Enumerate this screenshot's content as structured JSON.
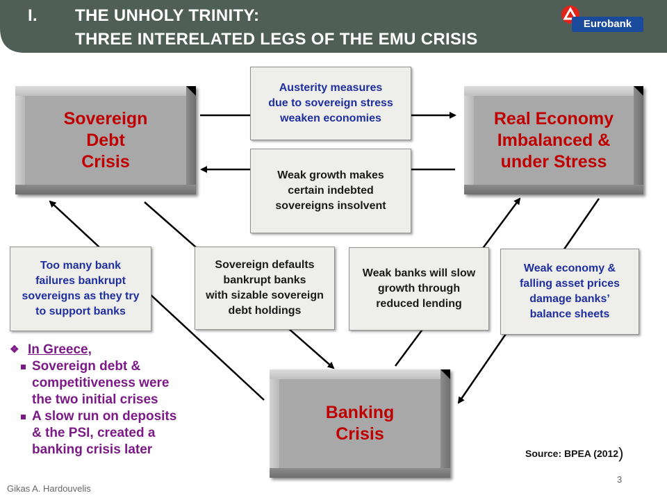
{
  "header": {
    "number": "I.",
    "title_line1": "THE  UNHOLY TRINITY:",
    "title_line2": "THREE INTERELATED LEGS OF THE EMU CRISIS",
    "logo_text": "Eurobank"
  },
  "boxes": {
    "sovereign": [
      "Sovereign",
      "Debt",
      "Crisis"
    ],
    "real_economy": [
      "Real Economy",
      "Imbalanced &",
      "under Stress"
    ],
    "banking": [
      "Banking",
      "Crisis"
    ]
  },
  "notes": {
    "austerity": [
      "Austerity measures",
      "due to sovereign stress",
      "weaken economies"
    ],
    "weak_growth": [
      "Weak growth makes",
      "certain indebted",
      "sovereigns insolvent"
    ],
    "bank_failures": [
      "Too many bank",
      "failures bankrupt",
      "sovereigns as they try",
      "to support  banks"
    ],
    "sovereign_defaults": [
      "Sovereign defaults",
      "bankrupt banks",
      "with sizable sovereign",
      "debt holdings"
    ],
    "weak_banks": [
      "Weak banks will slow",
      "growth through",
      "reduced lending"
    ],
    "weak_economy": [
      "Weak economy &",
      "falling asset prices",
      "damage banks’",
      "balance sheets"
    ]
  },
  "greece": {
    "heading": "In Greece",
    "heading_suffix": ",",
    "items": [
      [
        "Sovereign debt &",
        "competitiveness  were",
        "the two initial  crises"
      ],
      [
        "A slow run on deposits",
        "& the PSI, created a",
        "banking crisis later"
      ]
    ]
  },
  "source": {
    "label": "Source:  BPEA (2012",
    "paren": ")"
  },
  "page_number": "3",
  "author": "Gikas A. Hardouvelis",
  "colors": {
    "header_bg": "#4f5e57",
    "box_text": "#c00000",
    "note_blue": "#1f2f9f",
    "greece_purple": "#7b1a86"
  }
}
